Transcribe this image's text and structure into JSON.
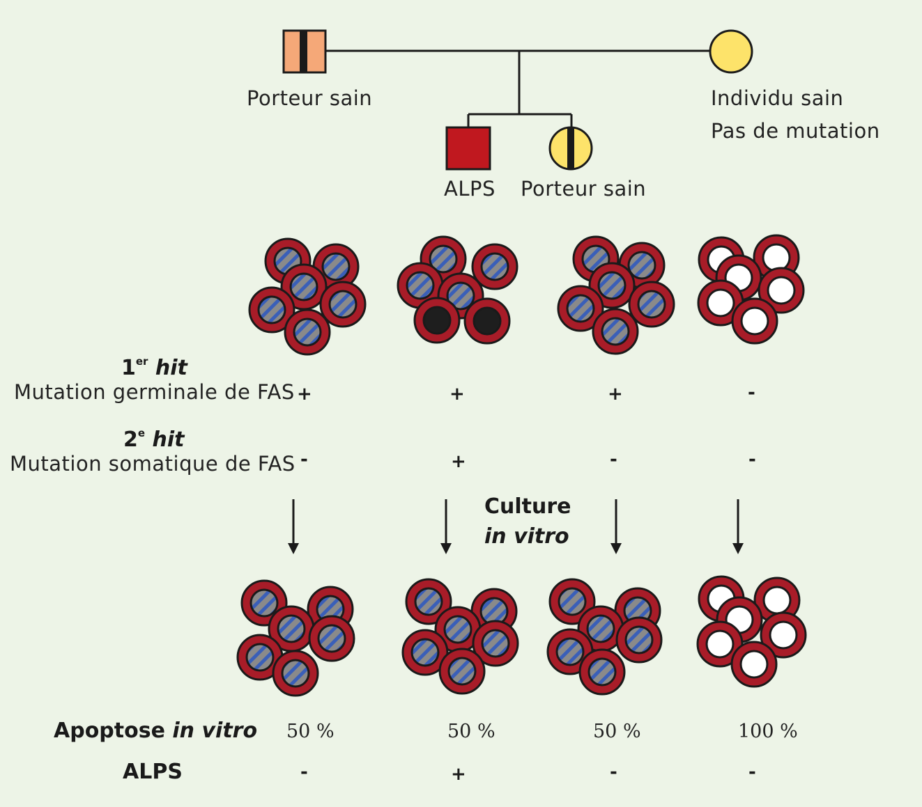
{
  "pedigree": {
    "father_label": "Porteur sain",
    "mother_label_line1": "Individu sain",
    "mother_label_line2": "Pas de mutation",
    "child1_label": "ALPS",
    "child2_label": "Porteur sain"
  },
  "rows": {
    "hit1_number": "1",
    "hit1_superscript": "er",
    "hit1_word": "hit",
    "hit1_desc": "Mutation germinale de FAS",
    "hit2_number": "2",
    "hit2_superscript": "e",
    "hit2_word": "hit",
    "hit2_desc": "Mutation somatique de FAS",
    "culture_line1": "Culture",
    "culture_line2": "in vitro",
    "apoptose_word": "Apoptose",
    "apoptose_italic": "in vitro",
    "alps_label": "ALPS"
  },
  "columns": [
    {
      "hit1": "+",
      "hit2": "-",
      "apoptose": "50 %",
      "alps": "-"
    },
    {
      "hit1": "+",
      "hit2": "+",
      "apoptose": "50 %",
      "alps": "+"
    },
    {
      "hit1": "+",
      "hit2": "-",
      "apoptose": "50 %",
      "alps": "-"
    },
    {
      "hit1": "-",
      "hit2": "-",
      "apoptose": "100 %",
      "alps": "-"
    }
  ],
  "colors": {
    "background": "#edf4e7",
    "father_fill": "#f5a878",
    "affected_fill": "#c0181f",
    "mother_fill": "#fde36a",
    "cell_ring": "#a81c28",
    "nucleus": "#8a8a8a",
    "nucleus_stripe": "#3a5fb8",
    "mutant_nucleus": "#1e1e1e",
    "empty_nucleus": "#ffffff"
  }
}
